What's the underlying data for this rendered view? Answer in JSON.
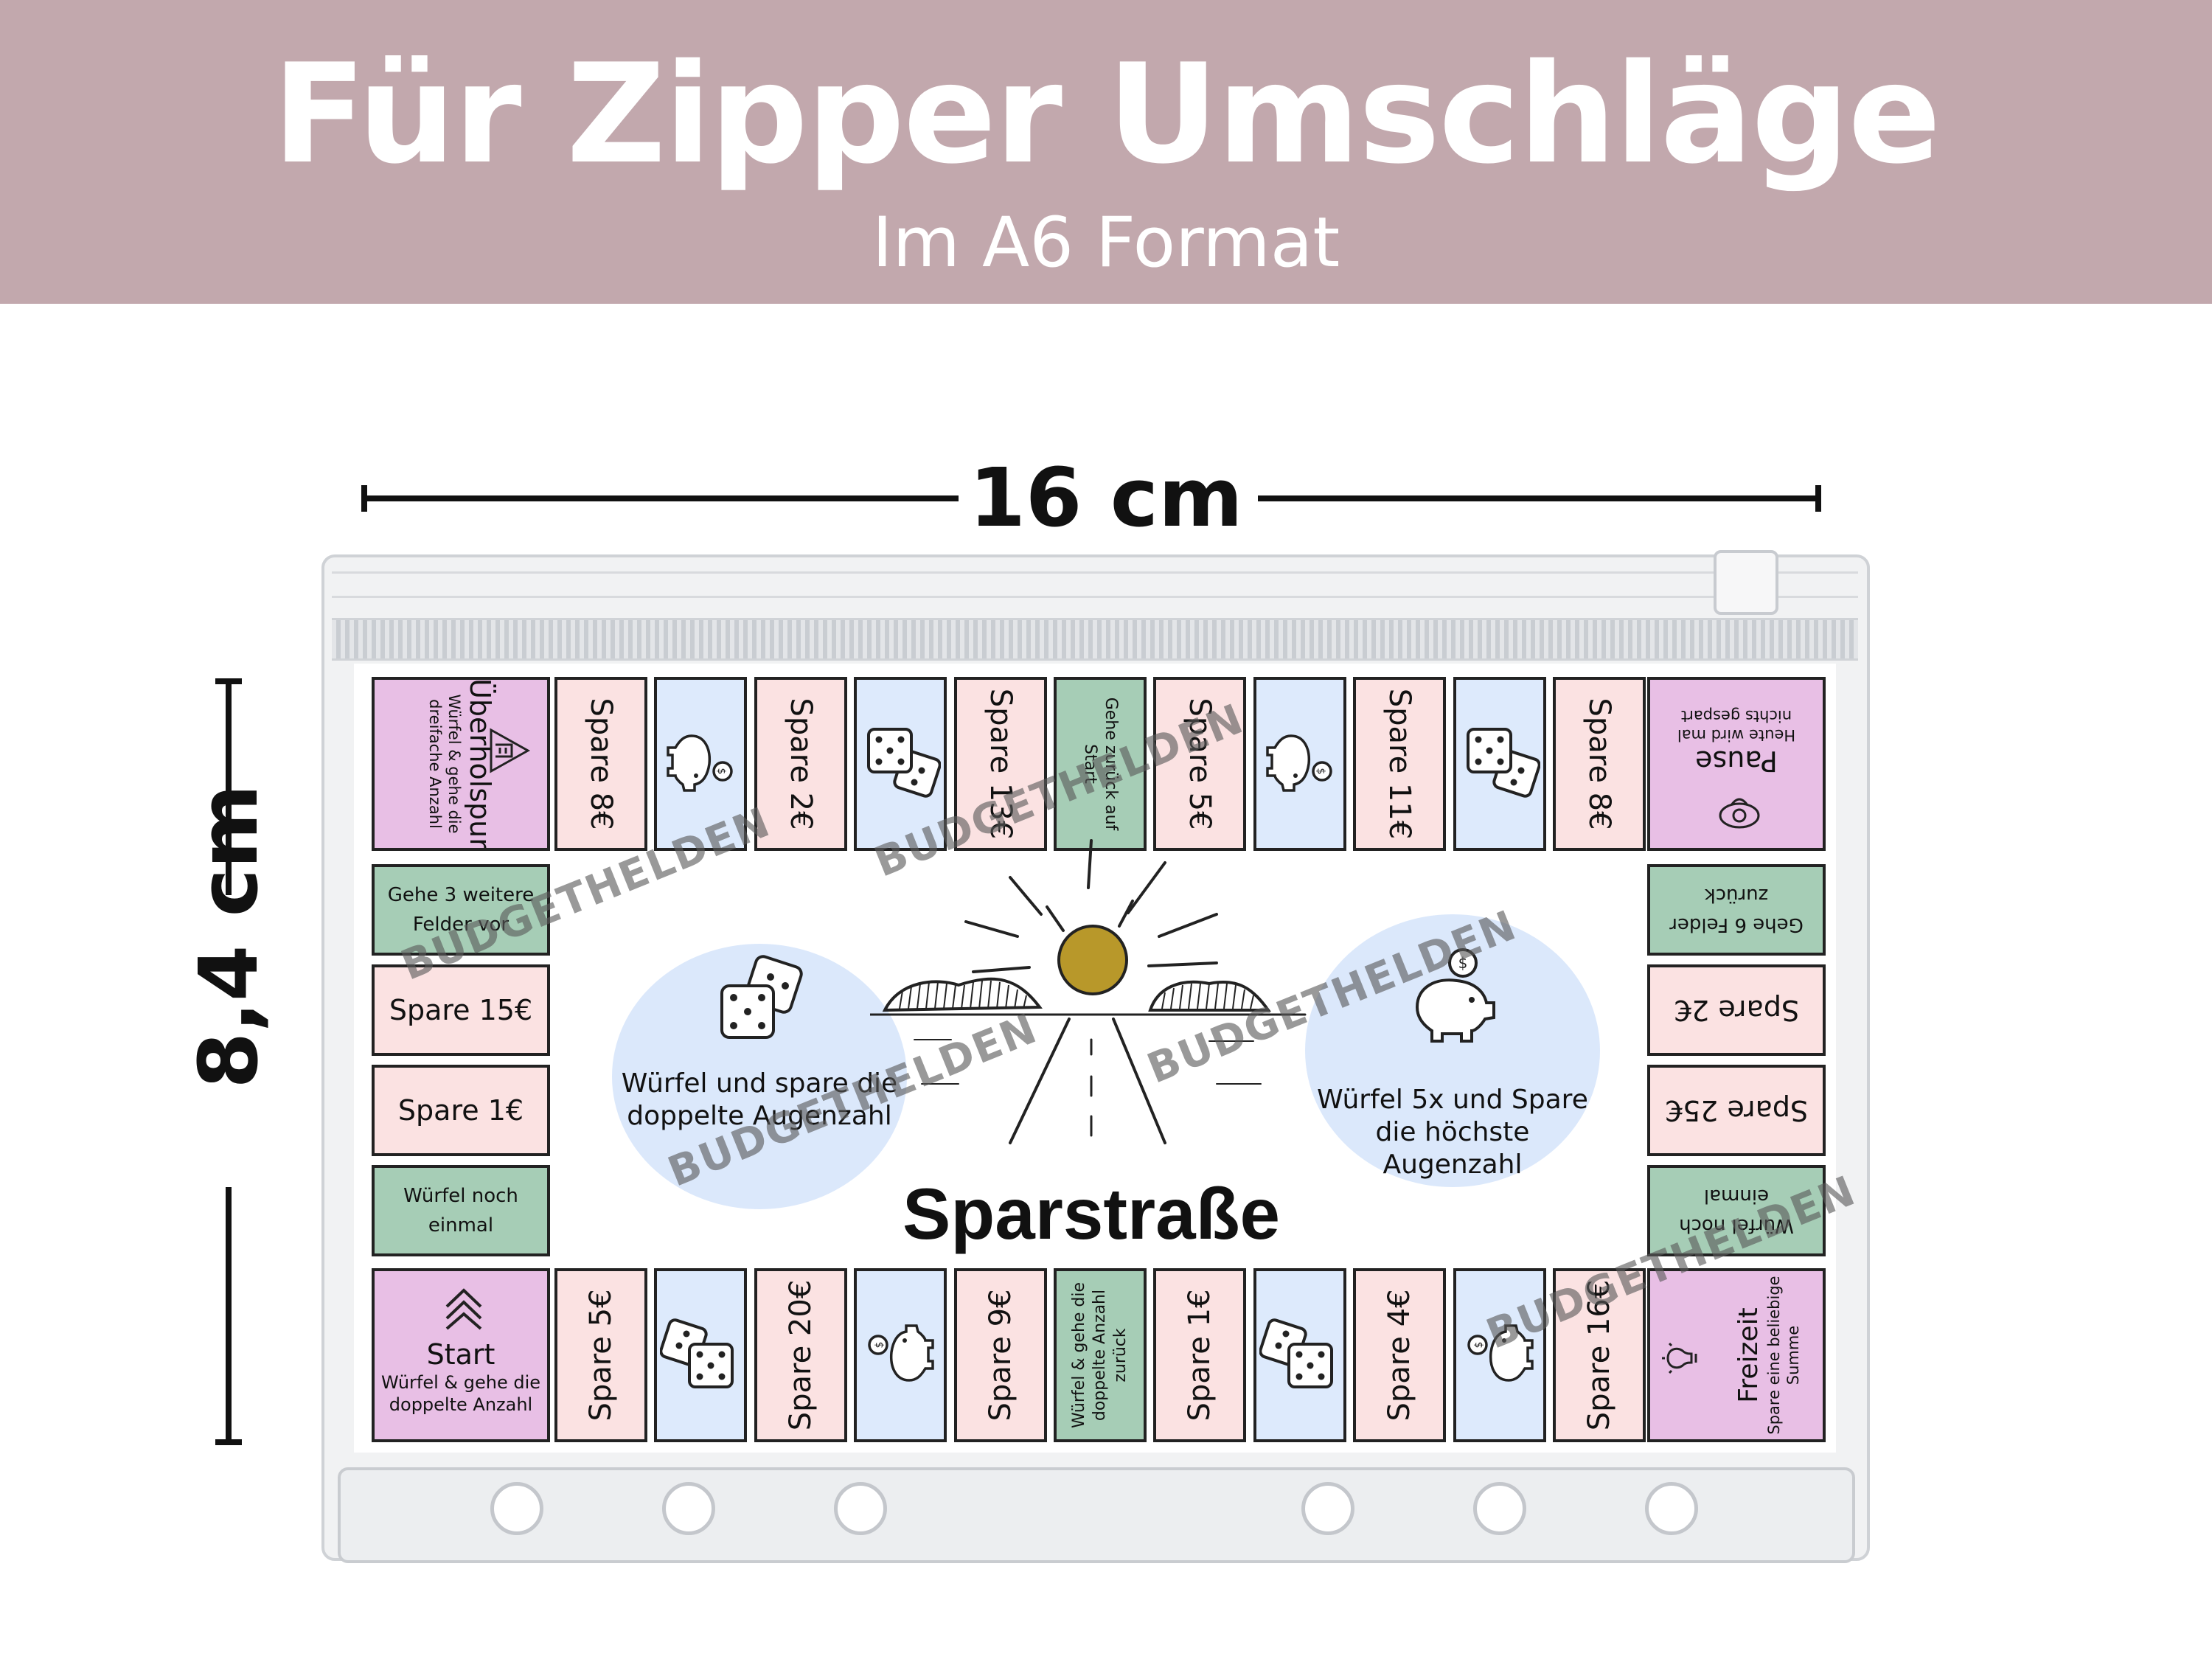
{
  "banner": {
    "title": "Für Zipper Umschläge",
    "subtitle": "Im A6 Format",
    "background": "#c2a8ad"
  },
  "dimensions": {
    "width_label": "16 cm",
    "height_label": "8,4 cm"
  },
  "board": {
    "title": "Sparstraße",
    "watermark": "BUDGETHELDEN",
    "colors": {
      "pink": "#fbe2e2",
      "blue": "#ddeafc",
      "green": "#a6cdb6",
      "lilac": "#e8bfe5",
      "sun": "#b8982a"
    },
    "corners": {
      "top_left": {
        "title": "Überholspur",
        "desc": "Würfel & gehe die dreifache Anzahl",
        "icon": "road-triangle-icon"
      },
      "top_right": {
        "title": "Pause",
        "desc": "Heute wird mal nichts gespart",
        "icon": "pacifier-icon"
      },
      "bottom_left": {
        "title": "Start",
        "desc": "Würfel & gehe die doppelte Anzahl",
        "icon": "chevrons-up-icon"
      },
      "bottom_right": {
        "title": "Freizeit",
        "desc": "Spare eine beliebige Summe",
        "icon": "lightbulb-icon"
      }
    },
    "top_row": [
      {
        "type": "pink",
        "text": "Spare 8€"
      },
      {
        "type": "blue",
        "icon": "piggy-bank-icon"
      },
      {
        "type": "pink",
        "text": "Spare 2€"
      },
      {
        "type": "blue",
        "icon": "dice-icon"
      },
      {
        "type": "pink",
        "text": "Spare 13€"
      },
      {
        "type": "green",
        "text": "Gehe zurück auf Start"
      },
      {
        "type": "pink",
        "text": "Spare 5€"
      },
      {
        "type": "blue",
        "icon": "piggy-bank-icon"
      },
      {
        "type": "pink",
        "text": "Spare 11€"
      },
      {
        "type": "blue",
        "icon": "dice-icon"
      },
      {
        "type": "pink",
        "text": "Spare 8€"
      }
    ],
    "bottom_row": [
      {
        "type": "pink",
        "text": "Spare 5€"
      },
      {
        "type": "blue",
        "icon": "dice-icon"
      },
      {
        "type": "pink",
        "text": "Spare 20€"
      },
      {
        "type": "blue",
        "icon": "piggy-bank-icon"
      },
      {
        "type": "pink",
        "text": "Spare 9€"
      },
      {
        "type": "green",
        "text": "Würfel & gehe die doppelte Anzahl zurück"
      },
      {
        "type": "pink",
        "text": "Spare 1€"
      },
      {
        "type": "blue",
        "icon": "dice-icon"
      },
      {
        "type": "pink",
        "text": "Spare 4€"
      },
      {
        "type": "blue",
        "icon": "piggy-bank-icon"
      },
      {
        "type": "pink",
        "text": "Spare 16€"
      }
    ],
    "left_column": [
      {
        "type": "green",
        "text": "Gehe 3 weitere Felder vor"
      },
      {
        "type": "pink",
        "text": "Spare 15€"
      },
      {
        "type": "pink",
        "text": "Spare 1€"
      },
      {
        "type": "green",
        "text": "Würfel noch einmal"
      }
    ],
    "right_column": [
      {
        "type": "green",
        "text": "Gehe 6 Felder zurück"
      },
      {
        "type": "pink",
        "text": "Spare 2€"
      },
      {
        "type": "pink",
        "text": "Spare 25€"
      },
      {
        "type": "green",
        "text": "Würfel noch einmal"
      }
    ],
    "center_left": {
      "text": "Würfel und spare die doppelte Augenzahl",
      "icon": "dice-icon"
    },
    "center_right": {
      "text": "Würfel 5x und Spare die höchste Augenzahl",
      "icon": "piggy-bank-icon"
    }
  }
}
